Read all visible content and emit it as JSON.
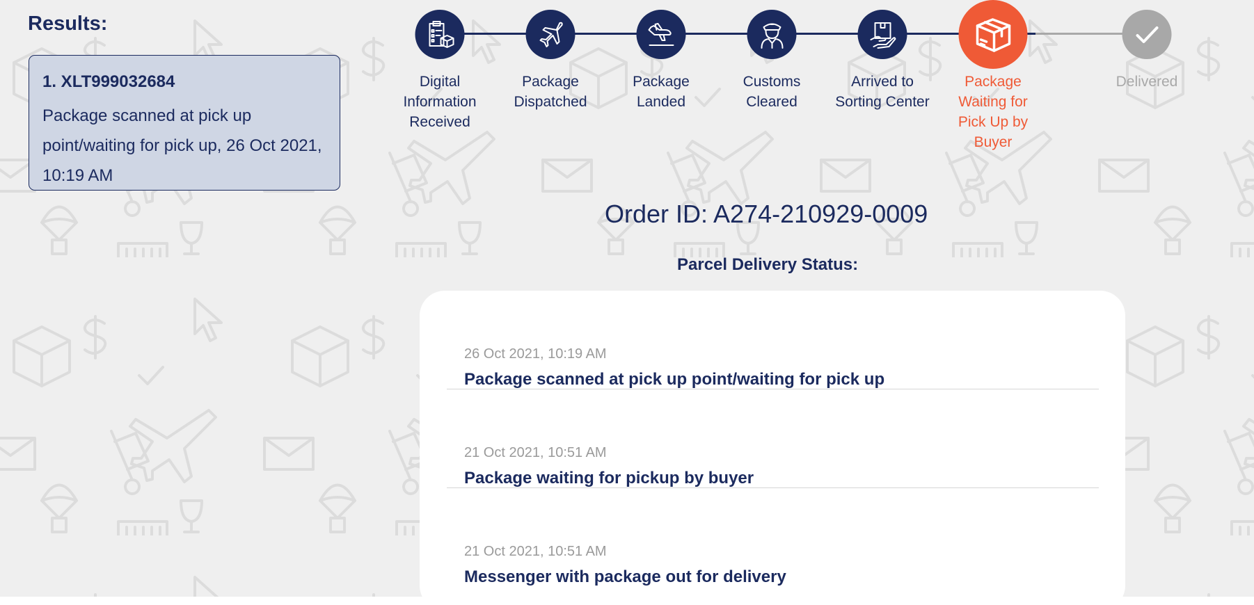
{
  "results": {
    "heading": "Results:",
    "items": [
      {
        "id": "1. XLT999032684",
        "description": "Package scanned at pick up point/waiting for pick up, 26 Oct 2021, 10:19 AM"
      }
    ]
  },
  "tracker": {
    "steps": [
      {
        "label": "Digital Information Received",
        "icon": "clipboard-box-icon",
        "state": "done"
      },
      {
        "label": "Package Dispatched",
        "icon": "airplane-takeoff-icon",
        "state": "done"
      },
      {
        "label": "Package Landed",
        "icon": "airplane-landing-icon",
        "state": "done"
      },
      {
        "label": "Customs Cleared",
        "icon": "customs-officer-icon",
        "state": "done"
      },
      {
        "label": "Arrived to Sorting Center",
        "icon": "box-in-hand-icon",
        "state": "done"
      },
      {
        "label": "Package Waiting for Pick Up by Buyer",
        "icon": "open-box-icon",
        "state": "current"
      },
      {
        "label": "Delivered",
        "icon": "checkmark-icon",
        "state": "pending"
      }
    ],
    "colors": {
      "done": "#1b2a5e",
      "current": "#ef5a36",
      "pending": "#a8a8a8"
    }
  },
  "order": {
    "id_text": "Order ID: A274-210929-0009"
  },
  "status": {
    "heading": "Parcel Delivery Status:",
    "events": [
      {
        "date": "26 Oct 2021, 10:19 AM",
        "title": "Package scanned at pick up point/waiting for pick up"
      },
      {
        "date": "21 Oct 2021, 10:51 AM",
        "title": "Package waiting for pickup by buyer"
      },
      {
        "date": "21 Oct 2021, 10:51 AM",
        "title": "Messenger with package out for delivery"
      }
    ]
  }
}
